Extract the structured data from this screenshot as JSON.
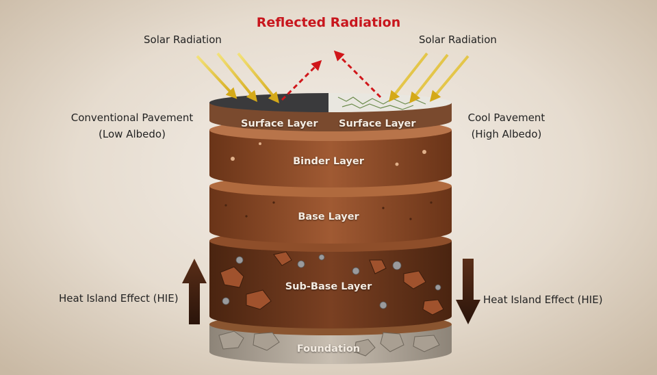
{
  "title": "Reflected Radiation",
  "solar_left": "Solar Radiation",
  "solar_right": "Solar Radiation",
  "left_pavement": {
    "line1": "Conventional Pavement",
    "line2": "(Low Albedo)"
  },
  "right_pavement": {
    "line1": "Cool Pavement",
    "line2": "(High Albedo)"
  },
  "layers": {
    "surface_left": "Surface Layer",
    "surface_right": "Surface Layer",
    "binder": "Binder Layer",
    "base": "Base Layer",
    "subbase": "Sub-Base Layer",
    "foundation": "Foundation"
  },
  "hie_left": "Heat Island Effect (HIE)",
  "hie_right": "Heat Island Effect (HIE)",
  "colors": {
    "title": "#c8161d",
    "reflect_arrow": "#d0161a",
    "solar_ray": "#e5c22a",
    "soil_light": "#a25a30",
    "soil_dark": "#5a2c14",
    "asphalt": "#3a3a3c",
    "cool_surface": "#e9e7e0",
    "heat_arrow": "#3b1d10"
  },
  "icons": {
    "up_arrow": "arrow-up-icon",
    "down_arrow": "arrow-down-icon"
  }
}
